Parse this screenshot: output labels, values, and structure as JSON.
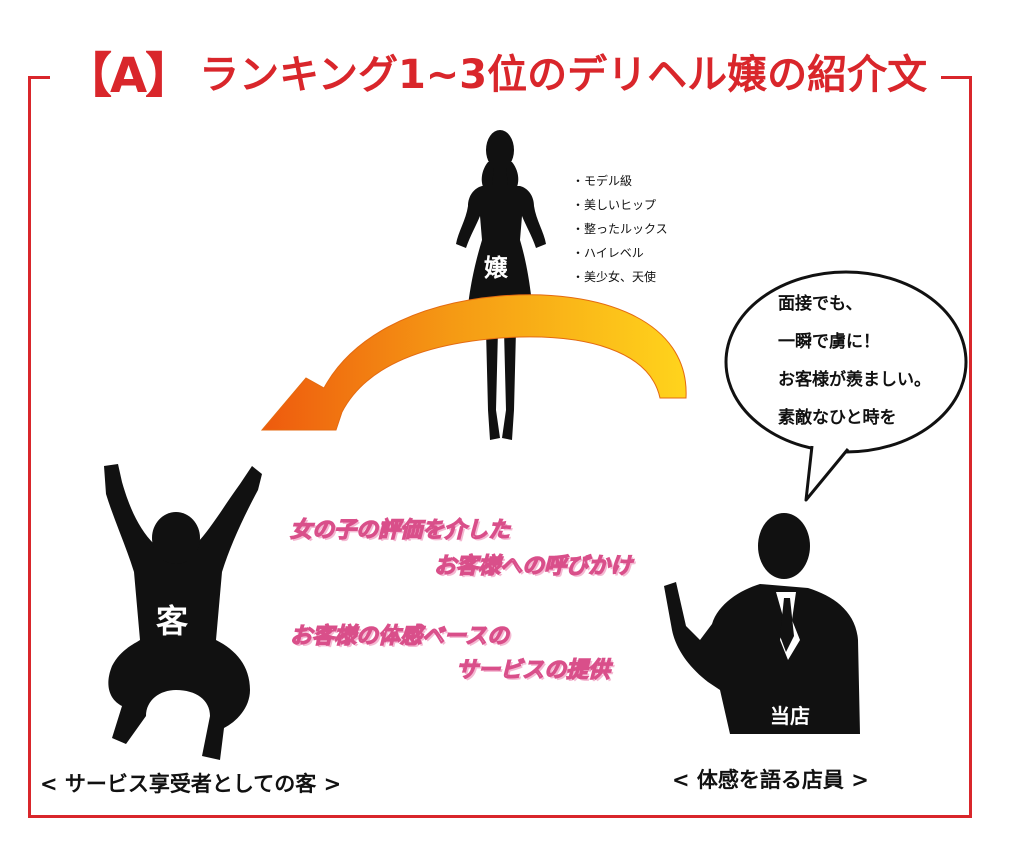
{
  "title": {
    "bracket": "【A】",
    "text": "ランキング1~3位のデリヘル嬢の紹介文"
  },
  "girl": {
    "label": "嬢",
    "traits": [
      "・モデル級",
      "・美しいヒップ",
      "・整ったルックス",
      "・ハイレベル",
      "・美少女、天使"
    ]
  },
  "speech_bubble": {
    "lines": [
      "面接でも、",
      "一瞬で虜に！",
      "お客様が羨ましい。",
      "素敵なひと時を"
    ]
  },
  "pink_text": {
    "line1": "女の子の評価を介した",
    "line2": "お客様への呼びかけ",
    "line3": "お客様の体感ベースの",
    "line4": "サービスの提供"
  },
  "customer": {
    "label": "客",
    "caption": "< サービス享受者としての客 >"
  },
  "shop": {
    "label": "当店",
    "caption": "< 体感を語る店員 >"
  },
  "colors": {
    "accent_red": "#d9262b",
    "arrow_yellow": "#ffd21a",
    "arrow_orange": "#f07a12",
    "pink_outline": "#d94f8a",
    "silhouette": "#111111"
  }
}
